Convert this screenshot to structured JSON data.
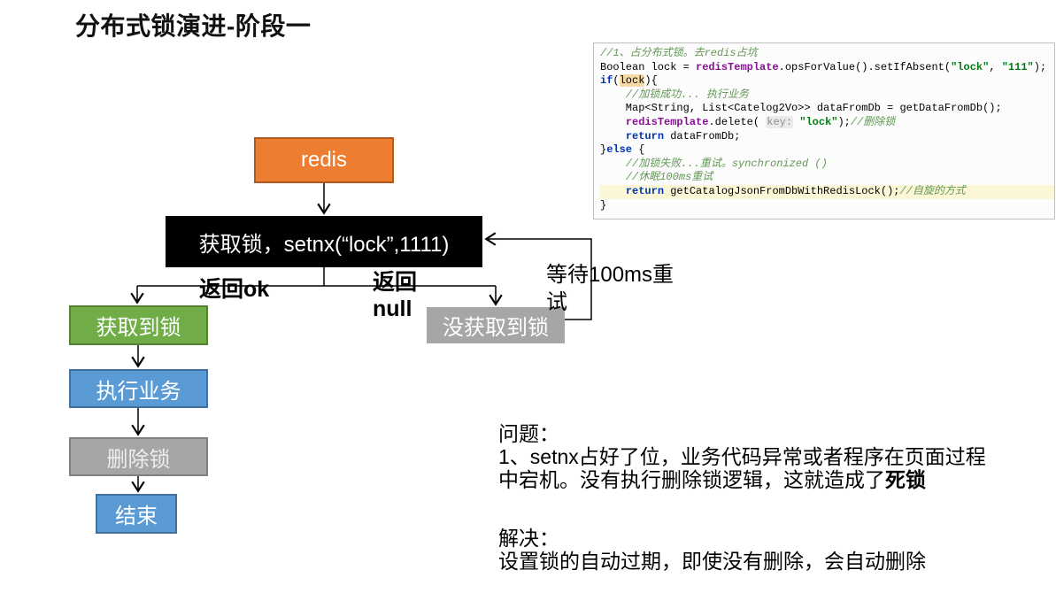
{
  "title": "分布式锁演进-阶段一",
  "flowchart": {
    "nodes": {
      "redis": {
        "label": "redis",
        "fill": "#ED7D31"
      },
      "acquire": {
        "label": "获取锁，setnx(“lock”,1111)",
        "fill": "#000000"
      },
      "got": {
        "label": "获取到锁",
        "fill": "#70AD47"
      },
      "exec": {
        "label": "执行业务",
        "fill": "#5B9BD5"
      },
      "del": {
        "label": "删除锁",
        "fill": "#A6A6A6"
      },
      "end": {
        "label": "结束",
        "fill": "#5B9BD5"
      },
      "notgot": {
        "label": "没获取到锁",
        "fill": "#A6A6A6"
      }
    },
    "edge_labels": {
      "ok": "返回ok",
      "null": "返回null",
      "retry": "等待100ms重试"
    }
  },
  "code": {
    "lines": [
      {
        "tokens": [
          {
            "t": "//1、占分布式锁。去redis占坑",
            "c": "cm"
          }
        ]
      },
      {
        "tokens": [
          {
            "t": "Boolean lock = ",
            "c": "pl"
          },
          {
            "t": "redisTemplate",
            "c": "fld"
          },
          {
            "t": ".opsForValue().setIfAbsent(",
            "c": "pl"
          },
          {
            "t": "\"lock\"",
            "c": "str"
          },
          {
            "t": ", ",
            "c": "pl"
          },
          {
            "t": "\"111\"",
            "c": "str"
          },
          {
            "t": ");",
            "c": "pl"
          }
        ]
      },
      {
        "tokens": [
          {
            "t": "if",
            "c": "kw"
          },
          {
            "t": "(",
            "c": "pl"
          },
          {
            "t": "lock",
            "c": "hl"
          },
          {
            "t": "){",
            "c": "pl"
          }
        ]
      },
      {
        "tokens": [
          {
            "t": "    ",
            "c": "pl"
          },
          {
            "t": "//加锁成功... 执行业务",
            "c": "cm"
          }
        ]
      },
      {
        "tokens": [
          {
            "t": "    Map<String, List<Catelog2Vo>> dataFromDb = getDataFromDb();",
            "c": "pl"
          }
        ]
      },
      {
        "tokens": [
          {
            "t": "    ",
            "c": "pl"
          },
          {
            "t": "redisTemplate",
            "c": "fld"
          },
          {
            "t": ".delete( ",
            "c": "pl"
          },
          {
            "t": "key:",
            "c": "hint"
          },
          {
            "t": " ",
            "c": "pl"
          },
          {
            "t": "\"lock\"",
            "c": "str"
          },
          {
            "t": ");",
            "c": "pl"
          },
          {
            "t": "//删除锁",
            "c": "cm"
          }
        ]
      },
      {
        "tokens": [
          {
            "t": "    ",
            "c": "pl"
          },
          {
            "t": "return",
            "c": "kw"
          },
          {
            "t": " dataFromDb;",
            "c": "pl"
          }
        ]
      },
      {
        "tokens": [
          {
            "t": "}",
            "c": "pl"
          },
          {
            "t": "else",
            "c": "kw"
          },
          {
            "t": " {",
            "c": "pl"
          }
        ]
      },
      {
        "tokens": [
          {
            "t": "    ",
            "c": "pl"
          },
          {
            "t": "//加锁失败...重试。synchronized ()",
            "c": "cm"
          }
        ]
      },
      {
        "tokens": [
          {
            "t": "    ",
            "c": "pl"
          },
          {
            "t": "//休眠100ms重试",
            "c": "cm"
          }
        ]
      },
      {
        "bg": "#FBF6D5",
        "tokens": [
          {
            "t": "    ",
            "c": "pl"
          },
          {
            "t": "return",
            "c": "kw"
          },
          {
            "t": " getCatalogJsonFromDbWithRedisLock();",
            "c": "pl"
          },
          {
            "t": "//自旋的方式",
            "c": "cm"
          }
        ]
      },
      {
        "tokens": [
          {
            "t": "}",
            "c": "pl"
          }
        ]
      }
    ]
  },
  "notes": {
    "problem_title": "问题：",
    "problem_line1": "1、setnx占好了位，业务代码异常或者程序在页面过程",
    "problem_line2": "中宕机。没有执行删除锁逻辑，这就造成了",
    "problem_bold": "死锁",
    "solution_title": "解决：",
    "solution_body": "设置锁的自动过期，即使没有删除，会自动删除"
  }
}
